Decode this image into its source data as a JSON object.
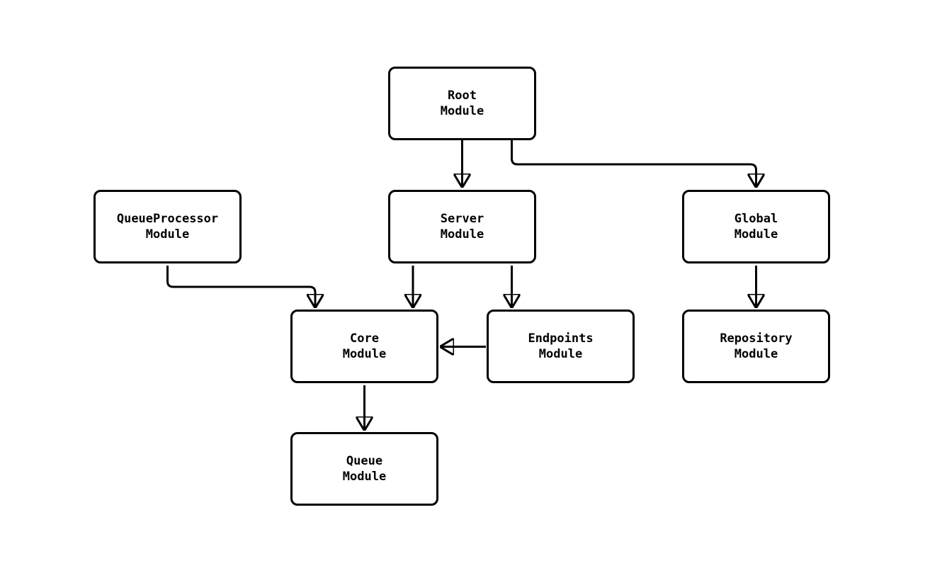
{
  "diagram": {
    "type": "module-dependency-flowchart",
    "colors": {
      "background": "#ffffff",
      "node_fill": "#ffffff",
      "node_border": "#000000",
      "edge_stroke": "#000000",
      "text": "#000000"
    },
    "nodes": [
      {
        "id": "root",
        "label": "Root\nModule"
      },
      {
        "id": "queueprocessor",
        "label": "QueueProcessor\nModule"
      },
      {
        "id": "server",
        "label": "Server\nModule"
      },
      {
        "id": "global",
        "label": "Global\nModule"
      },
      {
        "id": "core",
        "label": "Core\nModule"
      },
      {
        "id": "endpoints",
        "label": "Endpoints\nModule"
      },
      {
        "id": "repository",
        "label": "Repository\nModule"
      },
      {
        "id": "queue",
        "label": "Queue\nModule"
      }
    ],
    "edges": [
      {
        "from": "Root Module",
        "to": "Server Module"
      },
      {
        "from": "Root Module",
        "to": "Global Module"
      },
      {
        "from": "QueueProcessor Module",
        "to": "Core Module"
      },
      {
        "from": "Server Module",
        "to": "Core Module"
      },
      {
        "from": "Server Module",
        "to": "Endpoints Module"
      },
      {
        "from": "Global Module",
        "to": "Repository Module"
      },
      {
        "from": "Endpoints Module",
        "to": "Core Module"
      },
      {
        "from": "Core Module",
        "to": "Queue Module"
      }
    ]
  }
}
